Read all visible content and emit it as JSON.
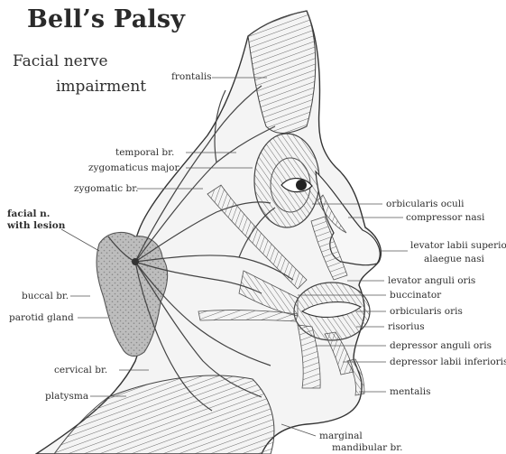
{
  "title": "Bell’s Palsy",
  "subtitle_line1": "Facial nerve",
  "subtitle_line2": "impairment",
  "labels": {
    "frontalis": "frontalis",
    "temporal_br": "temporal br.",
    "zygomaticus_major": "zygomaticus major",
    "zygomatic_br": "zygomatic br.",
    "facial_n_line1": "facial n.",
    "facial_n_line2": "with lesion",
    "buccal_br": "buccal br.",
    "parotid_gland": "parotid gland",
    "cervical_br": "cervical br.",
    "platysma": "platysma",
    "orbicularis_oculi": "orbicularis oculi",
    "compressor_nasi": "compressor nasi",
    "levator_labii_line1": "levator labii superioris",
    "levator_labii_line2": "alaegue nasi",
    "levator_anguli_oris": "levator anguli oris",
    "buccinator": "buccinator",
    "orbicularis_oris": "orbicularis oris",
    "risorius": "risorius",
    "depressor_anguli_oris": "depressor anguli oris",
    "depressor_labii_inferioris": "depressor labii inferioris",
    "mentalis": "mentalis",
    "marginal_line1": "marginal",
    "marginal_line2": "mandibular br."
  }
}
